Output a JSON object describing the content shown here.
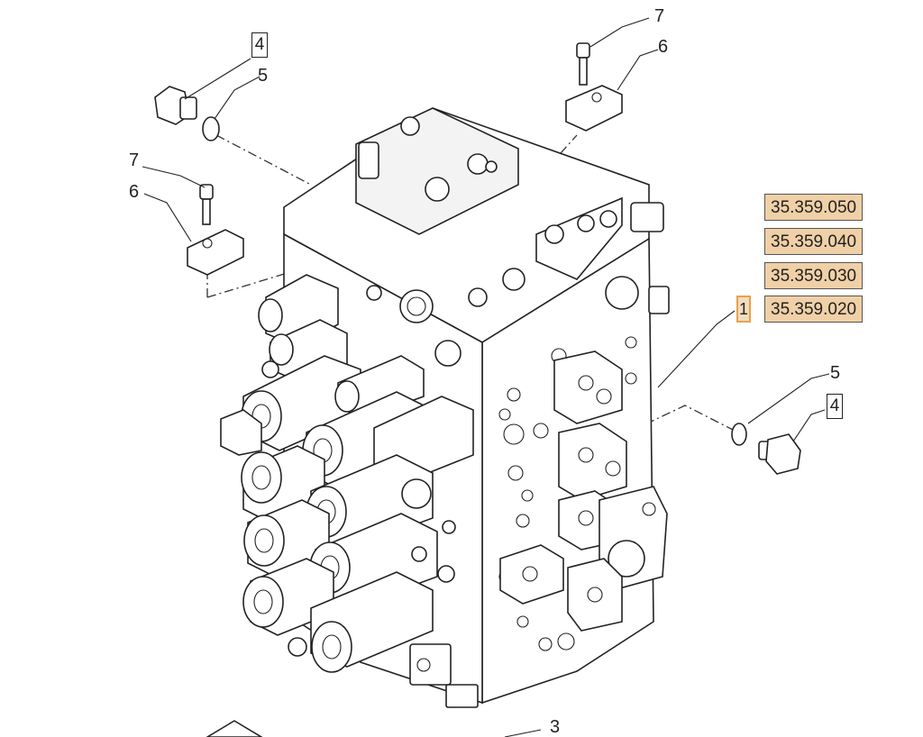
{
  "callouts": {
    "c7_top": "7",
    "c6_top": "6",
    "c4_top": "4",
    "c5_top": "5",
    "c7_left": "7",
    "c6_left": "6",
    "c5_right": "5",
    "c4_right": "4",
    "c3_bottom": "3",
    "c1_selected": "1"
  },
  "part_refs": [
    "35.359.050",
    "35.359.040",
    "35.359.030",
    "35.359.020"
  ],
  "colors": {
    "ref_bg": "#f0d0a6",
    "selected_border": "#e8a24a",
    "line": "#222222"
  }
}
